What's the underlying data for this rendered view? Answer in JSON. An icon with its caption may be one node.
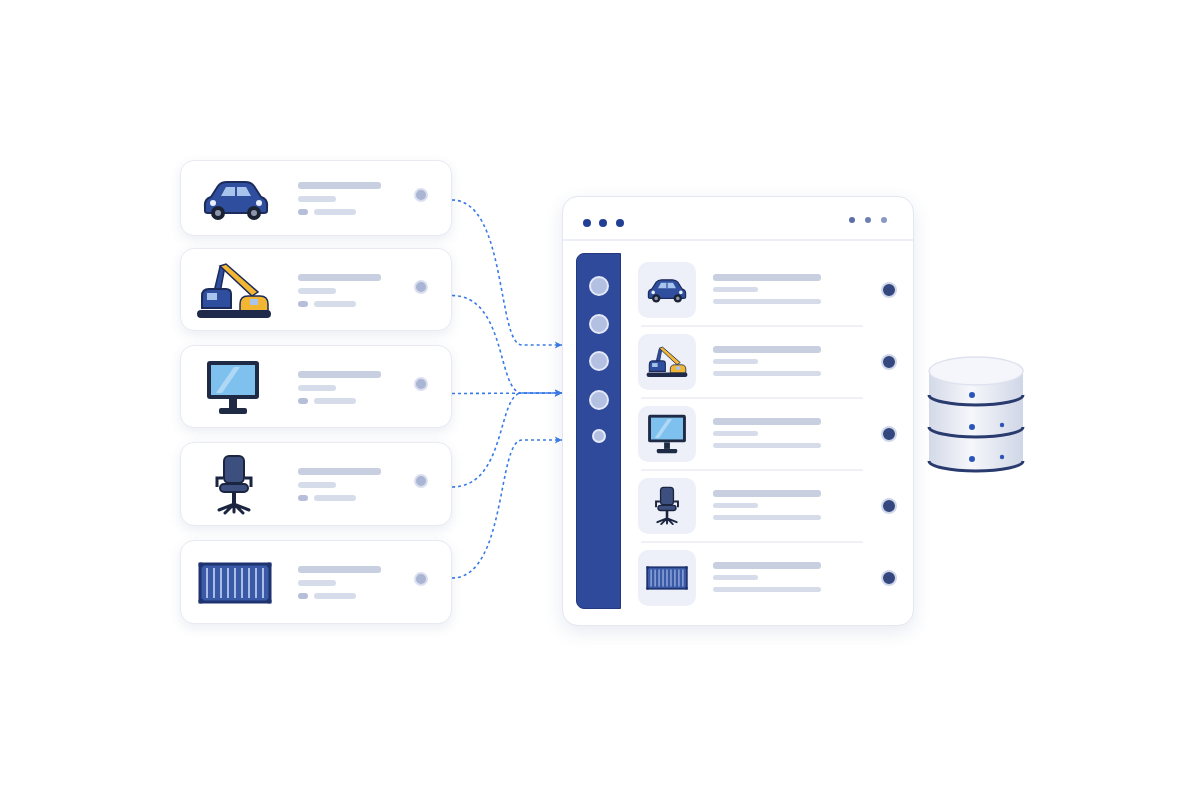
{
  "diagram": {
    "nodes": [
      {
        "text": [],
        "shape": "box"
      },
      {
        "text": [],
        "shape": "box"
      },
      {
        "text": [],
        "shape": "box"
      },
      {
        "text": [],
        "shape": "box"
      },
      {
        "text": [],
        "shape": "box"
      },
      {
        "text": [],
        "shape": "box"
      },
      {
        "text": [],
        "shape": "cylinder"
      }
    ],
    "edges": [
      {
        "from": 0,
        "to": 5,
        "arrow": "to",
        "style": "dashed"
      },
      {
        "from": 1,
        "to": 5,
        "arrow": "to",
        "style": "dashed"
      },
      {
        "from": 2,
        "to": 5,
        "arrow": "to",
        "style": "dashed"
      },
      {
        "from": 3,
        "to": 5,
        "arrow": "to",
        "style": "dashed"
      },
      {
        "from": 4,
        "to": 5,
        "arrow": "to",
        "style": "dashed"
      }
    ]
  }
}
